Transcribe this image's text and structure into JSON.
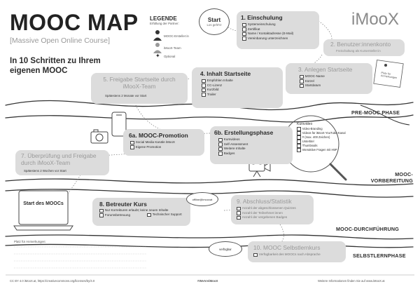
{
  "title": "MOOC MAP",
  "subtitle": "[Massive Open Online Course]",
  "intro": "In 10 Schritten zu Ihrem eigenen MOOC",
  "logo": "iMooX",
  "legend": {
    "title": "LEGENDE",
    "subtitle": "Erfüllung der Partner:",
    "items": [
      "MOOC-Ersteller:in",
      "iMooX-Team",
      "Optional"
    ]
  },
  "start": {
    "label": "Start",
    "sub": "Los geht's!"
  },
  "steps": {
    "s1": {
      "title": "1. Einschulung",
      "items": [
        "Systemeinschulung",
        "Zertifikat",
        "Name / Kontaktadresse (E-Mail)",
        "Vereinbarung unterzeichnen"
      ]
    },
    "s2": {
      "title": "2. Benutzer:innenkonto",
      "items": [
        "Freischaltung als Kursersteller:in"
      ]
    },
    "s3": {
      "title": "3. Anlegen Startseite",
      "items": [
        "MOOC-Name",
        "Kürzel",
        "Startdatum"
      ],
      "note": "Platz für Anmerkungen"
    },
    "s4": {
      "title": "4. Inhalt Startseite",
      "items": [
        "Empfohlen Inhalte",
        "CC-Lizenz",
        "Kurzbild",
        "Trailer"
      ]
    },
    "s5": {
      "title": "5. Freigabe Startseite durch iMooX-Team",
      "sub": "Spätestens 2 Monate vor Start"
    },
    "s6a": {
      "title": "6a. MOOC-Promotion",
      "items": [
        "Social Media Kanäle iMooX",
        "Eigene Promotion"
      ]
    },
    "s6b": {
      "title": "6b. Erstellungsphase",
      "items": [
        "Kursvideos",
        "Self-Assessment",
        "Weitere Inhalte",
        "Badges"
      ]
    },
    "s7": {
      "title": "7. Überprüfung und Freigabe durch iMooX-Team",
      "sub": "Spätestens 2 Wochen vor Start"
    },
    "s8": {
      "title": "8. Betreuter Kurs",
      "items": [
        "Nur Korrekturen erlaubt; keine neuen Inhalte",
        "Forumsbetreuung",
        "Technischer Support"
      ]
    },
    "s9": {
      "title": "9. Abschluss/Statistik",
      "items": [
        "Anzahl der abgeschlossenen Quizzes",
        "Anzahl der Teilnehmer:innen",
        "Anzahl der vergebenen Badges"
      ]
    },
    "s10": {
      "title": "10. MOOC Selbstlernkurs",
      "items": [
        "Verfügbarkeit des MOOCs nach Absprache"
      ]
    }
  },
  "kursvideo": {
    "title": "Kursvideo",
    "items": [
      "Video-Branding",
      "Videos für iMooX-YouTube-Kanal",
      "# (max. 400 Zeichen)",
      "Untertitel",
      "Thumbnails",
      "Interaktive Fragen mit H5P"
    ]
  },
  "laptop_screen": "Start des MOOCs",
  "bubbles": {
    "offline": "offline@imooxat",
    "verfuegbar": "verfügbar"
  },
  "phases": [
    "PRE-MOOC PHASE",
    "MOOC-VORBEREITUNG",
    "MOOC-DURCHFÜHRUNG",
    "SELBSTLERNPHASE"
  ],
  "notes_label": "Platz für Anmerkungen:",
  "footer": {
    "license": "CC BY 4.0 iMooX.at, https://creativecommons.org/licenses/by/4.0",
    "hashtag": "#WeAreiMooX",
    "info": "Weitere Informationen finden Sie auf www.iMooX.at"
  }
}
